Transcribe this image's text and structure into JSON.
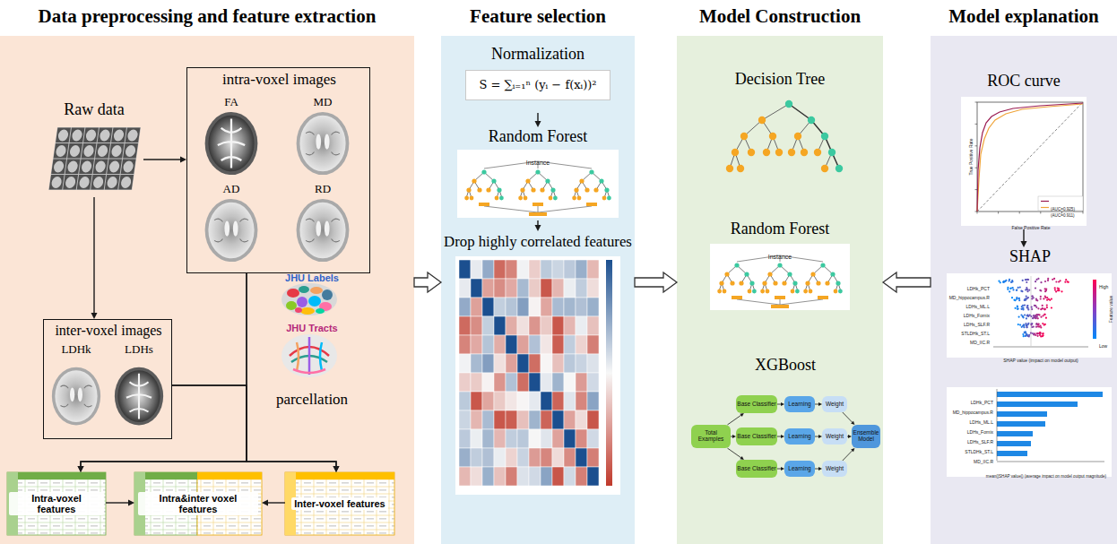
{
  "diagram": {
    "nodes": [
      {
        "text": [
          "Data preprocessing and feature extraction"
        ]
      },
      {
        "text": [
          "Raw data"
        ],
        "in": 0
      },
      {
        "text": [
          "intra-voxel images"
        ],
        "in": 0
      },
      {
        "text": [
          "inter-voxel images"
        ],
        "in": 0
      },
      {
        "text": [
          "JHU Labels",
          "JHU Tracts",
          "parcellation"
        ],
        "in": 0
      },
      {
        "text": [
          "Intra-voxel features"
        ],
        "in": 0
      },
      {
        "text": [
          "Intra&inter voxel features"
        ],
        "in": 0
      },
      {
        "text": [
          "Inter-voxel features"
        ],
        "in": 0
      },
      {
        "text": [
          "Feature selection"
        ]
      },
      {
        "text": [
          "Normalization",
          "S = ∑ᵢ₌₁ⁿ (yᵢ − f(xᵢ))²"
        ],
        "in": 8
      },
      {
        "text": [
          "Random Forest"
        ],
        "in": 8
      },
      {
        "text": [
          "Drop highly correlated features"
        ],
        "in": 8
      },
      {
        "text": [
          "Model Construction"
        ]
      },
      {
        "text": [
          "Decision Tree"
        ],
        "in": 12
      },
      {
        "text": [
          "Random Forest"
        ],
        "in": 12
      },
      {
        "text": [
          "XGBoost"
        ],
        "in": 12
      },
      {
        "text": [
          "Total Examples"
        ],
        "in": 15
      },
      {
        "text": [
          "Base Classifier"
        ],
        "in": 15
      },
      {
        "text": [
          "Base Classifier"
        ],
        "in": 15
      },
      {
        "text": [
          "Base Classifier"
        ],
        "in": 15
      },
      {
        "text": [
          "Learning"
        ],
        "in": 15
      },
      {
        "text": [
          "Learning"
        ],
        "in": 15
      },
      {
        "text": [
          "Learning"
        ],
        "in": 15
      },
      {
        "text": [
          "Weight"
        ],
        "in": 15
      },
      {
        "text": [
          "Weight"
        ],
        "in": 15
      },
      {
        "text": [
          "Weight"
        ],
        "in": 15
      },
      {
        "text": [
          "Ensemble Model"
        ],
        "in": 15
      },
      {
        "text": [
          "Model explanation"
        ]
      },
      {
        "text": [
          "ROC curve"
        ],
        "in": 27
      },
      {
        "text": [
          "SHAP"
        ],
        "in": 27
      }
    ],
    "edges": [
      {
        "from": 1,
        "to": 2,
        "arrow": "to"
      },
      {
        "from": 1,
        "to": 3,
        "arrow": "to"
      },
      {
        "from": 2,
        "to": 5,
        "arrow": "to"
      },
      {
        "from": 2,
        "to": 7,
        "arrow": "to"
      },
      {
        "from": 3,
        "to": 5,
        "arrow": "to"
      },
      {
        "from": 3,
        "to": 7,
        "arrow": "to"
      },
      {
        "from": 5,
        "to": 6,
        "arrow": "to"
      },
      {
        "from": 7,
        "to": 6,
        "arrow": "to"
      },
      {
        "from": 0,
        "to": 8,
        "arrow": "to"
      },
      {
        "from": 9,
        "to": 10,
        "arrow": "to"
      },
      {
        "from": 10,
        "to": 11,
        "arrow": "to"
      },
      {
        "from": 8,
        "to": 12,
        "arrow": "to"
      },
      {
        "from": 27,
        "to": 12,
        "arrow": "to"
      },
      {
        "from": 28,
        "to": 29,
        "arrow": "to"
      },
      {
        "from": 16,
        "to": 17,
        "arrow": "to"
      },
      {
        "from": 16,
        "to": 18,
        "arrow": "to"
      },
      {
        "from": 16,
        "to": 19,
        "arrow": "to"
      },
      {
        "from": 17,
        "to": 20,
        "arrow": "to"
      },
      {
        "from": 18,
        "to": 21,
        "arrow": "to"
      },
      {
        "from": 19,
        "to": 22,
        "arrow": "to"
      },
      {
        "from": 20,
        "to": 23,
        "arrow": "to"
      },
      {
        "from": 21,
        "to": 24,
        "arrow": "to"
      },
      {
        "from": 22,
        "to": 25,
        "arrow": "to"
      },
      {
        "from": 23,
        "to": 26,
        "arrow": "to"
      },
      {
        "from": 24,
        "to": 26,
        "arrow": "to"
      },
      {
        "from": 25,
        "to": 26,
        "arrow": "to"
      }
    ],
    "labels": [
      "FA",
      "MD",
      "AD",
      "RD",
      "LDHk",
      "LDHs",
      "Instance",
      "Instance",
      "True Positive Rate",
      "False Positive Rate",
      "LDHk_PCT",
      "MD_hippocampus.R",
      "LDHs_ML.L",
      "LDHs_Fornix",
      "LDHs_SLF.R",
      "STLDHk_ST.L",
      "MD_IIC.R",
      "SHAP value (impact on model output)",
      "High",
      "Low",
      "Feature value",
      "LDHk_PCT",
      "MD_hippocampus.R",
      "LDHs_ML.L",
      "LDHs_Fornix",
      "LDHs_SLF.R",
      "STLDHk_ST.L",
      "MD_IIC.R",
      "mean(|SHAP value|) (average impact on model output magnitude)"
    ],
    "legend": [
      {
        "text": "(AUC=0.925)"
      },
      {
        "text": "(AUC=0.911)"
      }
    ]
  }
}
